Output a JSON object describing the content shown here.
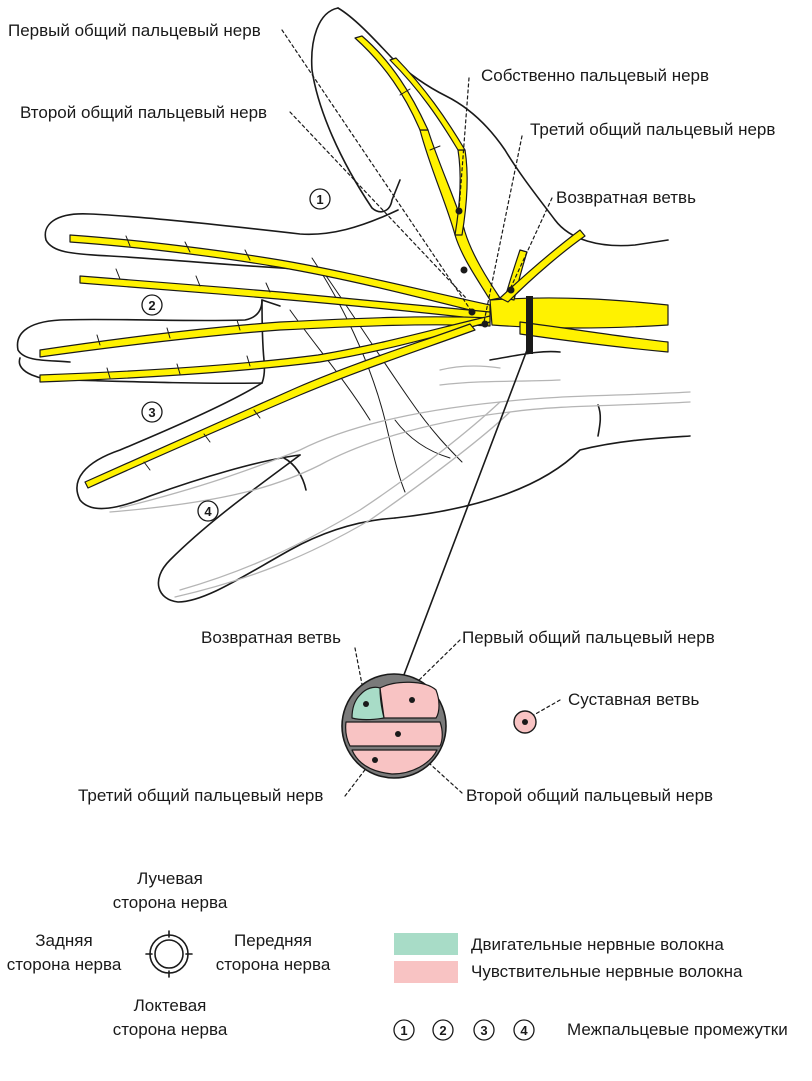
{
  "labels": {
    "first_common_top": "Первый общий пальцевый нерв",
    "proper_digital": "Собственно пальцевый нерв",
    "second_common_top": "Второй общий пальцевый нерв",
    "third_common_top": "Третий общий пальцевый нерв",
    "recurrent_top": "Возвратная ветвь",
    "recurrent_cs": "Возвратная ветвь",
    "first_common_cs": "Первый общий пальцевый нерв",
    "articular": "Суставная ветвь",
    "third_common_cs": "Третий общий пальцевый нерв",
    "second_common_cs": "Второй общий пальцевый нерв"
  },
  "spaces": [
    "1",
    "2",
    "3",
    "4"
  ],
  "orientation": {
    "top_line1": "Лучевая",
    "top_line2": "сторона нерва",
    "left_line1": "Задняя",
    "left_line2": "сторона нерва",
    "right_line1": "Передняя",
    "right_line2": "сторона нерва",
    "bottom_line1": "Локтевая",
    "bottom_line2": "сторона нерва"
  },
  "legend": {
    "motor": "Двигательные нервные волокна",
    "sensory": "Чувствительные нервные волокна",
    "spaces_label": "Межпальцевые промежутки"
  },
  "colors": {
    "nerve": "#fff200",
    "motor": "#a8dcc7",
    "sensory": "#f8c3c3"
  }
}
